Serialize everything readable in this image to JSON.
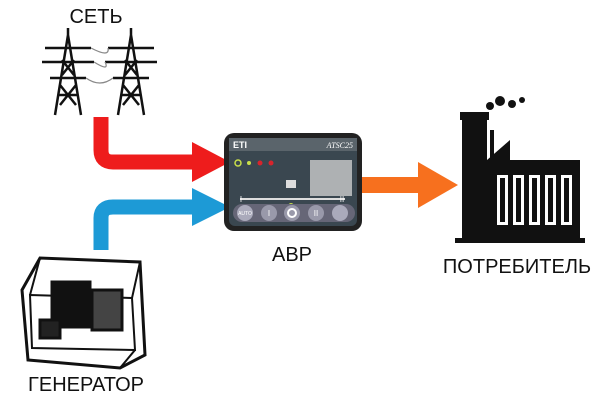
{
  "labels": {
    "grid": "СЕТЬ",
    "ats": "АВР",
    "consumer": "ПОТРЕБИТЕЛЬ",
    "generator": "ГЕНЕРАТОР"
  },
  "device": {
    "brand": "ETI",
    "model": "ATSC25",
    "buttons": [
      "AUTO",
      "I",
      "O",
      "II"
    ],
    "source_markers": [
      "I",
      "II"
    ]
  },
  "colors": {
    "grid_arrow": "#ee1c1c",
    "generator_arrow": "#1d9ad6",
    "output_arrow": "#f7701e",
    "device_panel": "#3a4750",
    "led_green": "#c9e04a",
    "led_red": "#d8242c"
  },
  "icons": [
    "power-pylon-icon",
    "generator-icon",
    "factory-icon",
    "ats-controller-icon"
  ]
}
